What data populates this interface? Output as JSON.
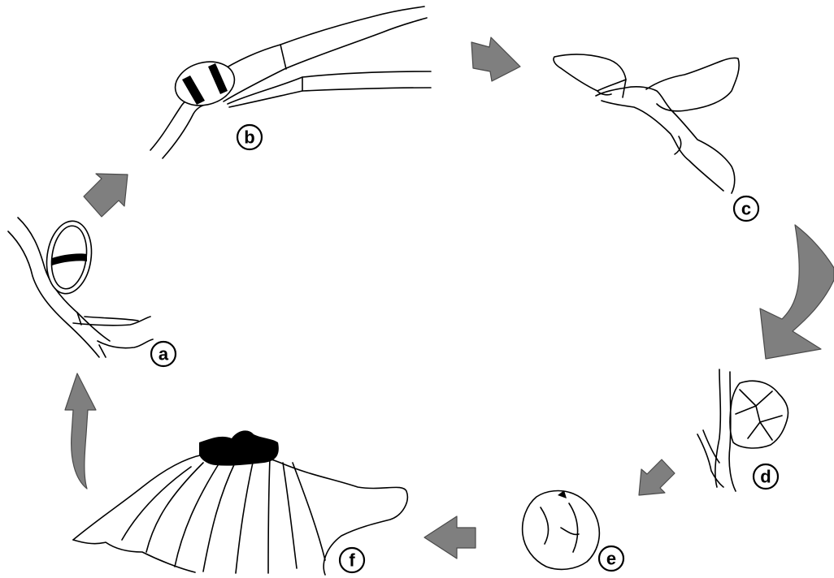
{
  "stages": {
    "a": "a",
    "b": "b",
    "c": "c",
    "d": "d",
    "e": "e",
    "f": "f"
  },
  "colors": {
    "arrow_fill": "#7f7f7f",
    "line": "#000000",
    "background": "#ffffff"
  }
}
